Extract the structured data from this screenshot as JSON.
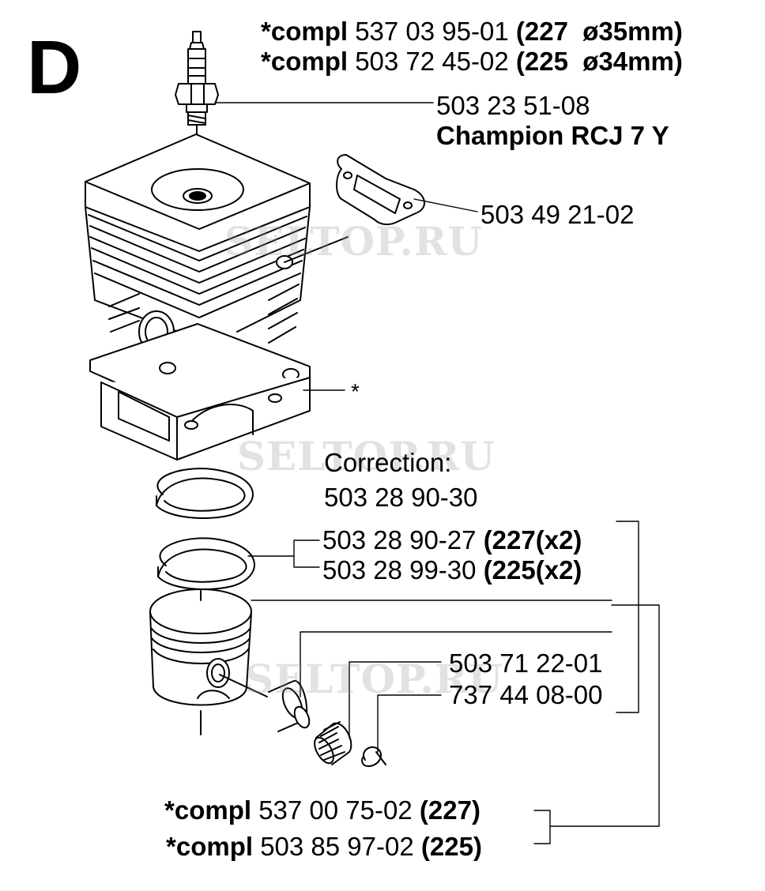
{
  "section_letter": "D",
  "header": {
    "line1": {
      "prefix": "*compl",
      "number": "537 03 95-01",
      "spec": "(227  ø35mm)"
    },
    "line2": {
      "prefix": "*compl",
      "number": "503 72 45-02",
      "spec": "(225  ø34mm)"
    }
  },
  "spark_plug": {
    "number": "503 23 51-08",
    "name": "Champion RCJ 7 Y"
  },
  "gasket": {
    "number": "503 49 21-02"
  },
  "cylinder_star": "*",
  "correction": {
    "title": "Correction:",
    "number": "503 28 90-30"
  },
  "rings": [
    {
      "number": "503 28 90-27",
      "spec": "(227(x2)"
    },
    {
      "number": "503 28 99-30",
      "spec": "(225(x2)"
    }
  ],
  "bearing": {
    "number": "503 71 22-01"
  },
  "circlip": {
    "number": "737 44 08-00"
  },
  "footer": {
    "line1": {
      "prefix": "*compl",
      "number": "537 00 75-02",
      "spec": "(227)"
    },
    "line2": {
      "prefix": "*compl",
      "number": "503 85 97-02",
      "spec": "(225)"
    }
  },
  "watermark": "SELTOP.RU"
}
